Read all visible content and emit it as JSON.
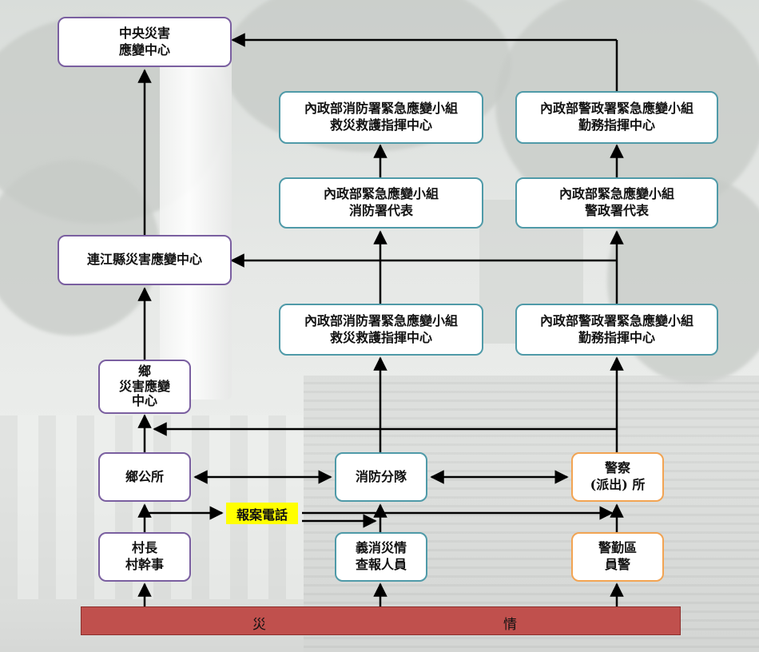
{
  "boxes": {
    "central": {
      "line1": "中央災害",
      "line2": "應變中心"
    },
    "fire_command_top": {
      "line1": "內政部消防署緊急應變小組",
      "line2": "救災救護指揮中心"
    },
    "police_command_top": {
      "line1": "內政部警政署緊急應變小組",
      "line2": "勤務指揮中心"
    },
    "fire_rep": {
      "line1": "內政部緊急應變小組",
      "line2": "消防署代表"
    },
    "police_rep": {
      "line1": "內政部緊急應變小組",
      "line2": "警政署代表"
    },
    "county": {
      "line1": "連江縣災害應變中心"
    },
    "fire_command_mid": {
      "line1": "內政部消防署緊急應變小組",
      "line2": "救災救護指揮中心"
    },
    "police_command_mid": {
      "line1": "內政部警政署緊急應變小組",
      "line2": "勤務指揮中心"
    },
    "township_center": {
      "line1": "鄉",
      "line2": "災害應變",
      "line3": "中心"
    },
    "township_office": {
      "line1": "鄉公所"
    },
    "fire_squad": {
      "line1": "消防分隊"
    },
    "police_station": {
      "line1": "警察",
      "line2": "(派出) 所"
    },
    "village_chief": {
      "line1": "村長",
      "line2": "村幹事"
    },
    "volunteer_fire": {
      "line1": "義消災情",
      "line2": "查報人員"
    },
    "police_officer": {
      "line1": "警勤區",
      "line2": "員警"
    }
  },
  "report_phone": "報案電話",
  "disaster": {
    "left": "災",
    "right": "情"
  },
  "colors": {
    "purple_border": "#7a5fa0",
    "teal_border": "#4f9aa8",
    "orange_border": "#f2a453",
    "highlight": "#ffff00",
    "disaster_bar": "#c0504d"
  }
}
